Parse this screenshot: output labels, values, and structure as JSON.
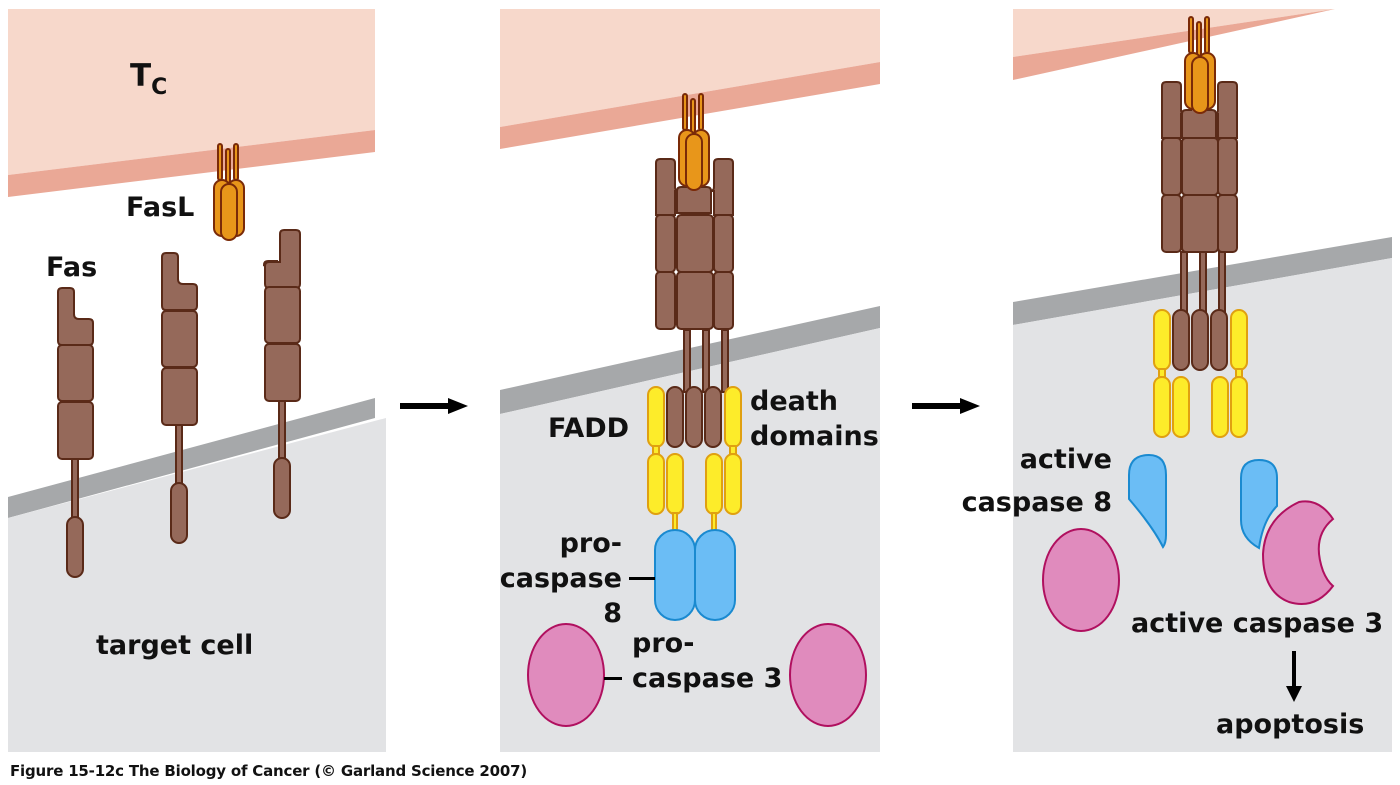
{
  "figure": {
    "caption": "Figure 15-12c  The Biology of Cancer (© Garland Science 2007)",
    "colors": {
      "t_cell": "#f7d8cb",
      "t_cell_membrane": "#eaa896",
      "target_cell": "#e2e3e5",
      "target_membrane": "#a6a8aa",
      "fas": "#95695a",
      "fasl": "#e8961a",
      "fadd": "#fdec2a",
      "caspase8": "#6bbdf5",
      "caspase3": "#e08bbd"
    },
    "panels": [
      {
        "id": "panel-1",
        "labels": {
          "tc_main": "T",
          "tc_sub": "C",
          "fasl": "FasL",
          "fas": "Fas",
          "target_cell": "target cell"
        }
      },
      {
        "id": "panel-2",
        "labels": {
          "fadd": "FADD",
          "death_line1": "death",
          "death_line2": "domains",
          "procasp8_line1": "pro-",
          "procasp8_line2": "caspase",
          "procasp8_line3": "8",
          "procasp3_line1": "pro-",
          "procasp3_line2": "caspase 3"
        }
      },
      {
        "id": "panel-3",
        "labels": {
          "active8_line1": "active",
          "active8_line2": "caspase 8",
          "active3": "active caspase 3",
          "apoptosis": "apoptosis"
        }
      }
    ],
    "arrows": [
      "panel-1 to panel-2",
      "panel-2 to panel-3",
      "active caspase 3 to apoptosis"
    ]
  }
}
